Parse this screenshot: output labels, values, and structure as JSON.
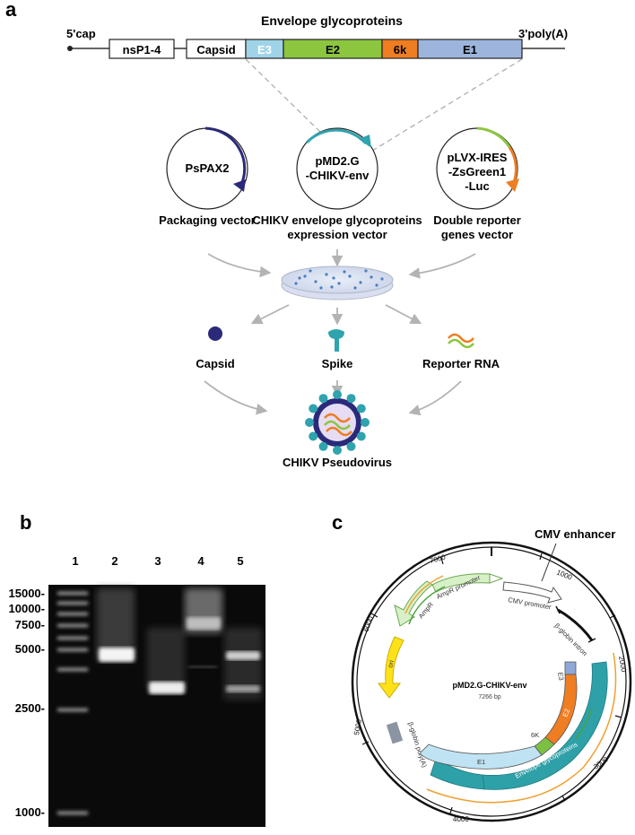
{
  "panels": {
    "a": {
      "label": "a",
      "genome": {
        "cap5": "5'cap",
        "polyA3": "3'poly(A)",
        "envelope_title": "Envelope glycoproteins",
        "segments": [
          {
            "name": "nsP1-4",
            "color": "#ffffff"
          },
          {
            "name": "Capsid",
            "color": "#ffffff"
          },
          {
            "name": "E3",
            "color": "#9fd4e8"
          },
          {
            "name": "E2",
            "color": "#8cc63f"
          },
          {
            "name": "6k",
            "color": "#ef7d22"
          },
          {
            "name": "E1",
            "color": "#9db5dd"
          }
        ]
      },
      "vectors": [
        {
          "name_lines": [
            "PsPAX2"
          ],
          "caption_lines": [
            "Packaging vector"
          ],
          "arc_color": "#2b2a7a"
        },
        {
          "name_lines": [
            "pMD2.G",
            "-CHIKV-env"
          ],
          "caption_lines": [
            "CHIKV envelope glycoproteins",
            "expression vector"
          ],
          "arc_color": "#2fa3ae"
        },
        {
          "name_lines": [
            "pLVX-IRES",
            "-ZsGreen1",
            "-Luc"
          ],
          "caption_lines": [
            "Double reporter",
            "genes vector"
          ],
          "arc_color": "#ef7d22"
        }
      ],
      "components": [
        "Capsid",
        "Spike",
        "Reporter RNA"
      ],
      "product": "CHIKV Pseudovirus"
    },
    "b": {
      "label": "b",
      "lane_labels": [
        "1",
        "2",
        "3",
        "4",
        "5"
      ],
      "ladder_labels": [
        "15000-",
        "10000-",
        "7500-",
        "5000-",
        "2500-",
        "1000-"
      ]
    },
    "c": {
      "label": "c",
      "plasmid_name": "pMD2.G-CHIKV-env",
      "plasmid_size": "7266 bp",
      "cmv_enhancer": "CMV enhancer",
      "features": {
        "cmv_promoter": "CMV promoter",
        "beta_globin_intron": "β-globin intron",
        "ampr": "AmpR",
        "ampr_promoter": "AmpR promoter",
        "ori": "ori",
        "beta_globin_polya": "β-globin poly(A)",
        "e3": "E3",
        "e2": "E2",
        "k6": "6K",
        "e1": "E1",
        "envelope": "Envelope glycoproteins"
      },
      "ticks": [
        "1000",
        "2000",
        "3000",
        "4000",
        "5000",
        "6000",
        "7000"
      ],
      "colors": {
        "e3": "#8fa8d8",
        "e2": "#ef7d22",
        "k6": "#7ac143",
        "e1": "#bfe3f3",
        "env": "#2ea0a8",
        "ori": "#ffe11a",
        "ampr": "#d8f0c8",
        "polya": "#8a94a3",
        "orange_line": "#f0a030",
        "green_line": "#4aa33a"
      }
    }
  }
}
